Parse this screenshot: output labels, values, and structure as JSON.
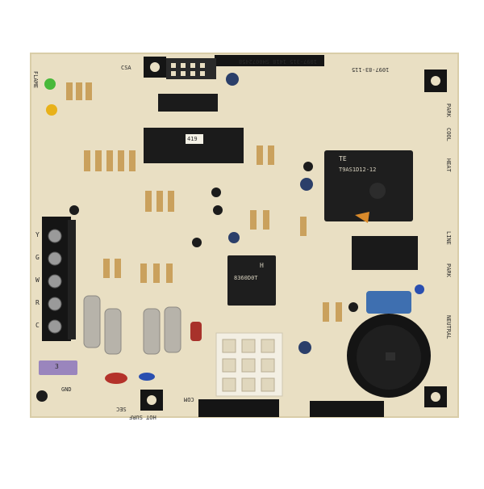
{
  "image": {
    "subject": "furnace-control-circuit-board",
    "background": "#ffffff",
    "board_color": "#e9dfc3"
  },
  "labels": {
    "part_number_top": "1097-315 1418 SH0072458",
    "fuse_label": "3",
    "relay_main_a": "TE",
    "relay_main_b": "T9AS1D12-12",
    "relay_small_code": "8360D0T",
    "relay_small_letter": "H",
    "chip_sticker": "419",
    "board_code_right": "1097-83-115",
    "terminal_letters": [
      "Y",
      "G",
      "W",
      "R",
      "C"
    ],
    "left_leds_text": "FLAME",
    "bottom_left_text": "GND",
    "bottom_mid_text": "HOT SURF",
    "bottom_com": "COM",
    "bottom_sec": "SEC",
    "right_park_a": "PARK",
    "right_cool": "COOL",
    "right_heat": "HEAT",
    "right_park_b": "PARK",
    "right_line": "LINE",
    "right_neutral": "NEUTRAL",
    "ce_mark": "CSA"
  },
  "colors": {
    "board": "#e9dfc3",
    "board_edge": "#d9cda8",
    "chip": "#1b1b1b",
    "relay": "#1e1e1e",
    "resistor_body": "#caa15d",
    "terminal_block": "#151515",
    "connector_white": "#f3efe3",
    "cap_blue": "#3e6fb0",
    "cap_red": "#b4322a",
    "led_green": "#48b93a",
    "led_yellow": "#e8b11a",
    "fuse_purple": "#9a85bd"
  }
}
